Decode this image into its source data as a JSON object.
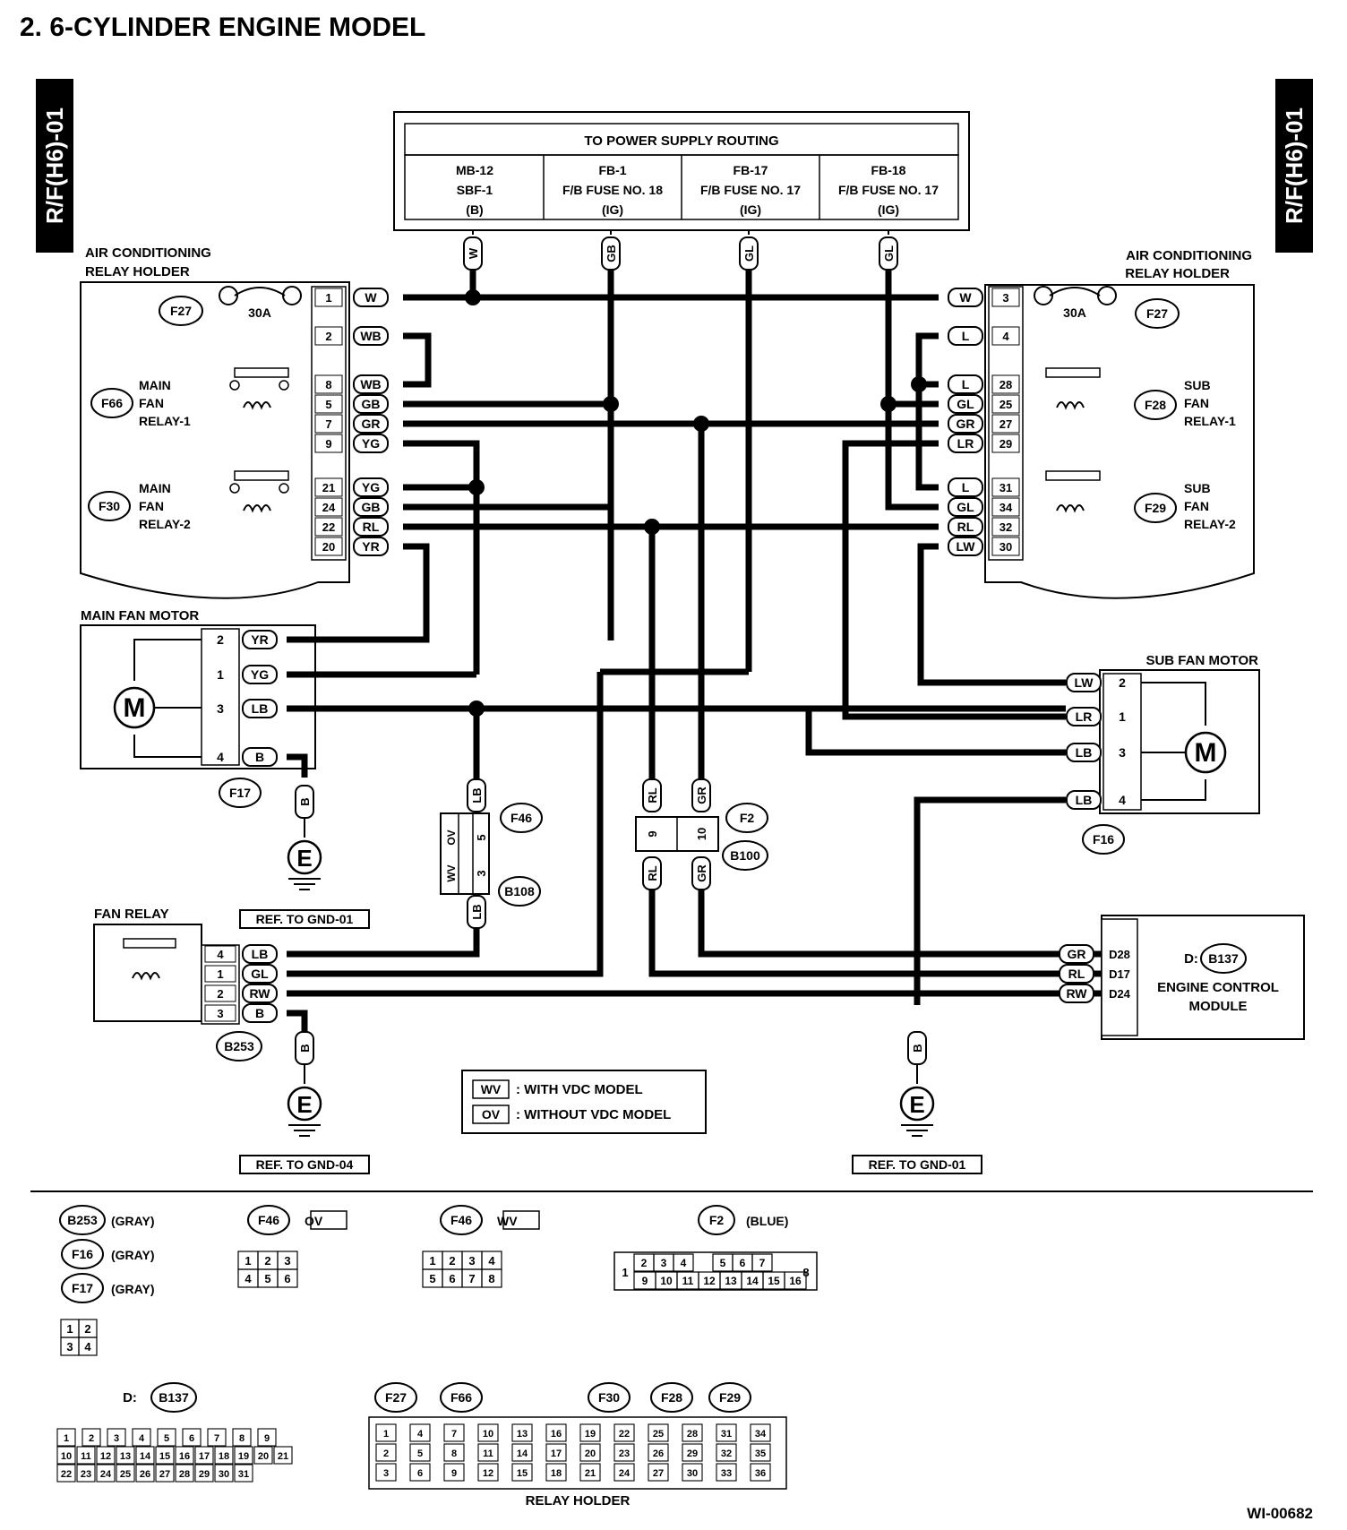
{
  "title": "2.  6-CYLINDER ENGINE MODEL",
  "side_tab": "R/F(H6)-01",
  "footer_id": "WI-00682",
  "power": {
    "header": "TO POWER SUPPLY ROUTING",
    "cols": [
      {
        "l1": "MB-12",
        "l2": "SBF-1",
        "l3": "(B)"
      },
      {
        "l1": "FB-1",
        "l2": "F/B FUSE NO. 18",
        "l3": "(IG)"
      },
      {
        "l1": "FB-17",
        "l2": "F/B FUSE NO. 17",
        "l3": "(IG)"
      },
      {
        "l1": "FB-18",
        "l2": "F/B FUSE NO. 17",
        "l3": "(IG)"
      }
    ],
    "wires": [
      "W",
      "GB",
      "GL",
      "GL"
    ]
  },
  "acrh": {
    "l1": "AIR CONDITIONING",
    "l2": "RELAY HOLDER"
  },
  "left_relays": {
    "fuse": "30A",
    "f27": "F27",
    "f66": "F66",
    "f30": "F30",
    "main1": [
      "MAIN",
      "FAN",
      "RELAY-1"
    ],
    "main2": [
      "MAIN",
      "FAN",
      "RELAY-2"
    ]
  },
  "left_pins": [
    {
      "n": "1",
      "c": "W"
    },
    {
      "n": "2",
      "c": "WB"
    },
    {
      "n": "8",
      "c": "WB"
    },
    {
      "n": "5",
      "c": "GB"
    },
    {
      "n": "7",
      "c": "GR"
    },
    {
      "n": "9",
      "c": "YG"
    },
    {
      "n": "21",
      "c": "YG"
    },
    {
      "n": "24",
      "c": "GB"
    },
    {
      "n": "22",
      "c": "RL"
    },
    {
      "n": "20",
      "c": "YR"
    }
  ],
  "right_relays": {
    "fuse": "30A",
    "f27": "F27",
    "f28": "F28",
    "f29": "F29",
    "sub1": [
      "SUB",
      "FAN",
      "RELAY-1"
    ],
    "sub2": [
      "SUB",
      "FAN",
      "RELAY-2"
    ]
  },
  "right_pins": [
    {
      "n": "3",
      "c": "W"
    },
    {
      "n": "4",
      "c": "L"
    },
    {
      "n": "28",
      "c": "L"
    },
    {
      "n": "25",
      "c": "GL"
    },
    {
      "n": "27",
      "c": "GR"
    },
    {
      "n": "29",
      "c": "LR"
    },
    {
      "n": "31",
      "c": "L"
    },
    {
      "n": "34",
      "c": "GL"
    },
    {
      "n": "32",
      "c": "RL"
    },
    {
      "n": "30",
      "c": "LW"
    }
  ],
  "main_motor": {
    "label": "MAIN FAN MOTOR",
    "conn": "F17",
    "m": "M",
    "pins": [
      {
        "n": "2",
        "c": "YR"
      },
      {
        "n": "1",
        "c": "YG"
      },
      {
        "n": "3",
        "c": "LB"
      },
      {
        "n": "4",
        "c": "B"
      }
    ]
  },
  "sub_motor": {
    "label": "SUB FAN MOTOR",
    "conn": "F16",
    "m": "M",
    "pins": [
      {
        "n": "2",
        "c": "LW"
      },
      {
        "n": "1",
        "c": "LR"
      },
      {
        "n": "3",
        "c": "LB"
      },
      {
        "n": "4",
        "c": "LB"
      }
    ]
  },
  "fan_relay": {
    "label": "FAN RELAY",
    "conn": "B253",
    "pins": [
      {
        "n": "4",
        "c": "LB"
      },
      {
        "n": "1",
        "c": "GL"
      },
      {
        "n": "2",
        "c": "RW"
      },
      {
        "n": "3",
        "c": "B"
      }
    ]
  },
  "ecm": {
    "conn_prefix": "D:",
    "conn": "B137",
    "l1": "ENGINE CONTROL",
    "l2": "MODULE",
    "pins": [
      {
        "n": "D28",
        "c": "GR"
      },
      {
        "n": "D17",
        "c": "RL"
      },
      {
        "n": "D24",
        "c": "RW"
      }
    ]
  },
  "f46": {
    "conn": "F46",
    "conn2": "B108",
    "top": "LB",
    "bot": "LB",
    "wv": "WV",
    "ov": "OV",
    "p1": "5",
    "p2": "3"
  },
  "f2": {
    "conn": "F2",
    "conn2": "B100",
    "c1": "RL",
    "c2": "GR",
    "p1": "9",
    "p2": "10"
  },
  "grounds": {
    "e": "E",
    "wire": "B",
    "ref1": "REF. TO GND-01",
    "ref2": "REF. TO GND-04",
    "ref3": "REF. TO GND-01"
  },
  "legend": {
    "wv": "WV",
    "wv_text": ": WITH VDC MODEL",
    "ov": "OV",
    "ov_text": ": WITHOUT VDC MODEL"
  },
  "conn_views": {
    "b253": "B253",
    "f16": "F16",
    "f17": "F17",
    "gray": "(GRAY)",
    "f46": "F46",
    "ov": "OV",
    "wv": "WV",
    "f2": "F2",
    "blue": "(BLUE)",
    "b137_prefix": "D:",
    "b137": "B137",
    "f27": "F27",
    "f66": "F66",
    "f30": "F30",
    "f28": "F28",
    "f29": "F29",
    "relay_holder": "RELAY HOLDER",
    "grid_a": [
      [
        "1",
        "2"
      ],
      [
        "3",
        "4"
      ]
    ],
    "grid_b": [
      [
        "1",
        "2",
        "3"
      ],
      [
        "4",
        "5",
        "6"
      ]
    ],
    "grid_c": [
      [
        "1",
        "2",
        "3",
        "4"
      ],
      [
        "5",
        "6",
        "7",
        "8"
      ]
    ],
    "f2_top": [
      "2",
      "3",
      "4",
      "",
      "5",
      "6",
      "7"
    ],
    "f2_bot": [
      "9",
      "10",
      "11",
      "12",
      "13",
      "14",
      "15",
      "16"
    ],
    "f2_side": [
      "1",
      "8"
    ],
    "b137_rows": [
      [
        "1",
        "2",
        "3",
        "4",
        "5",
        "6",
        "7",
        "8",
        "9"
      ],
      [
        "10",
        "11",
        "12",
        "13",
        "14",
        "15",
        "16",
        "17",
        "18",
        "19",
        "20",
        "21"
      ],
      [
        "22",
        "23",
        "24",
        "25",
        "26",
        "27",
        "28",
        "29",
        "30",
        "31"
      ]
    ],
    "rh_nums": [
      "1",
      "2",
      "3",
      "4",
      "5",
      "6",
      "7",
      "8",
      "9",
      "10",
      "11",
      "12",
      "13",
      "14",
      "15",
      "16",
      "17",
      "18",
      "19",
      "20",
      "21",
      "22",
      "23",
      "24",
      "25",
      "26",
      "27",
      "28",
      "29",
      "30",
      "31",
      "32",
      "33",
      "34",
      "35",
      "36"
    ]
  }
}
